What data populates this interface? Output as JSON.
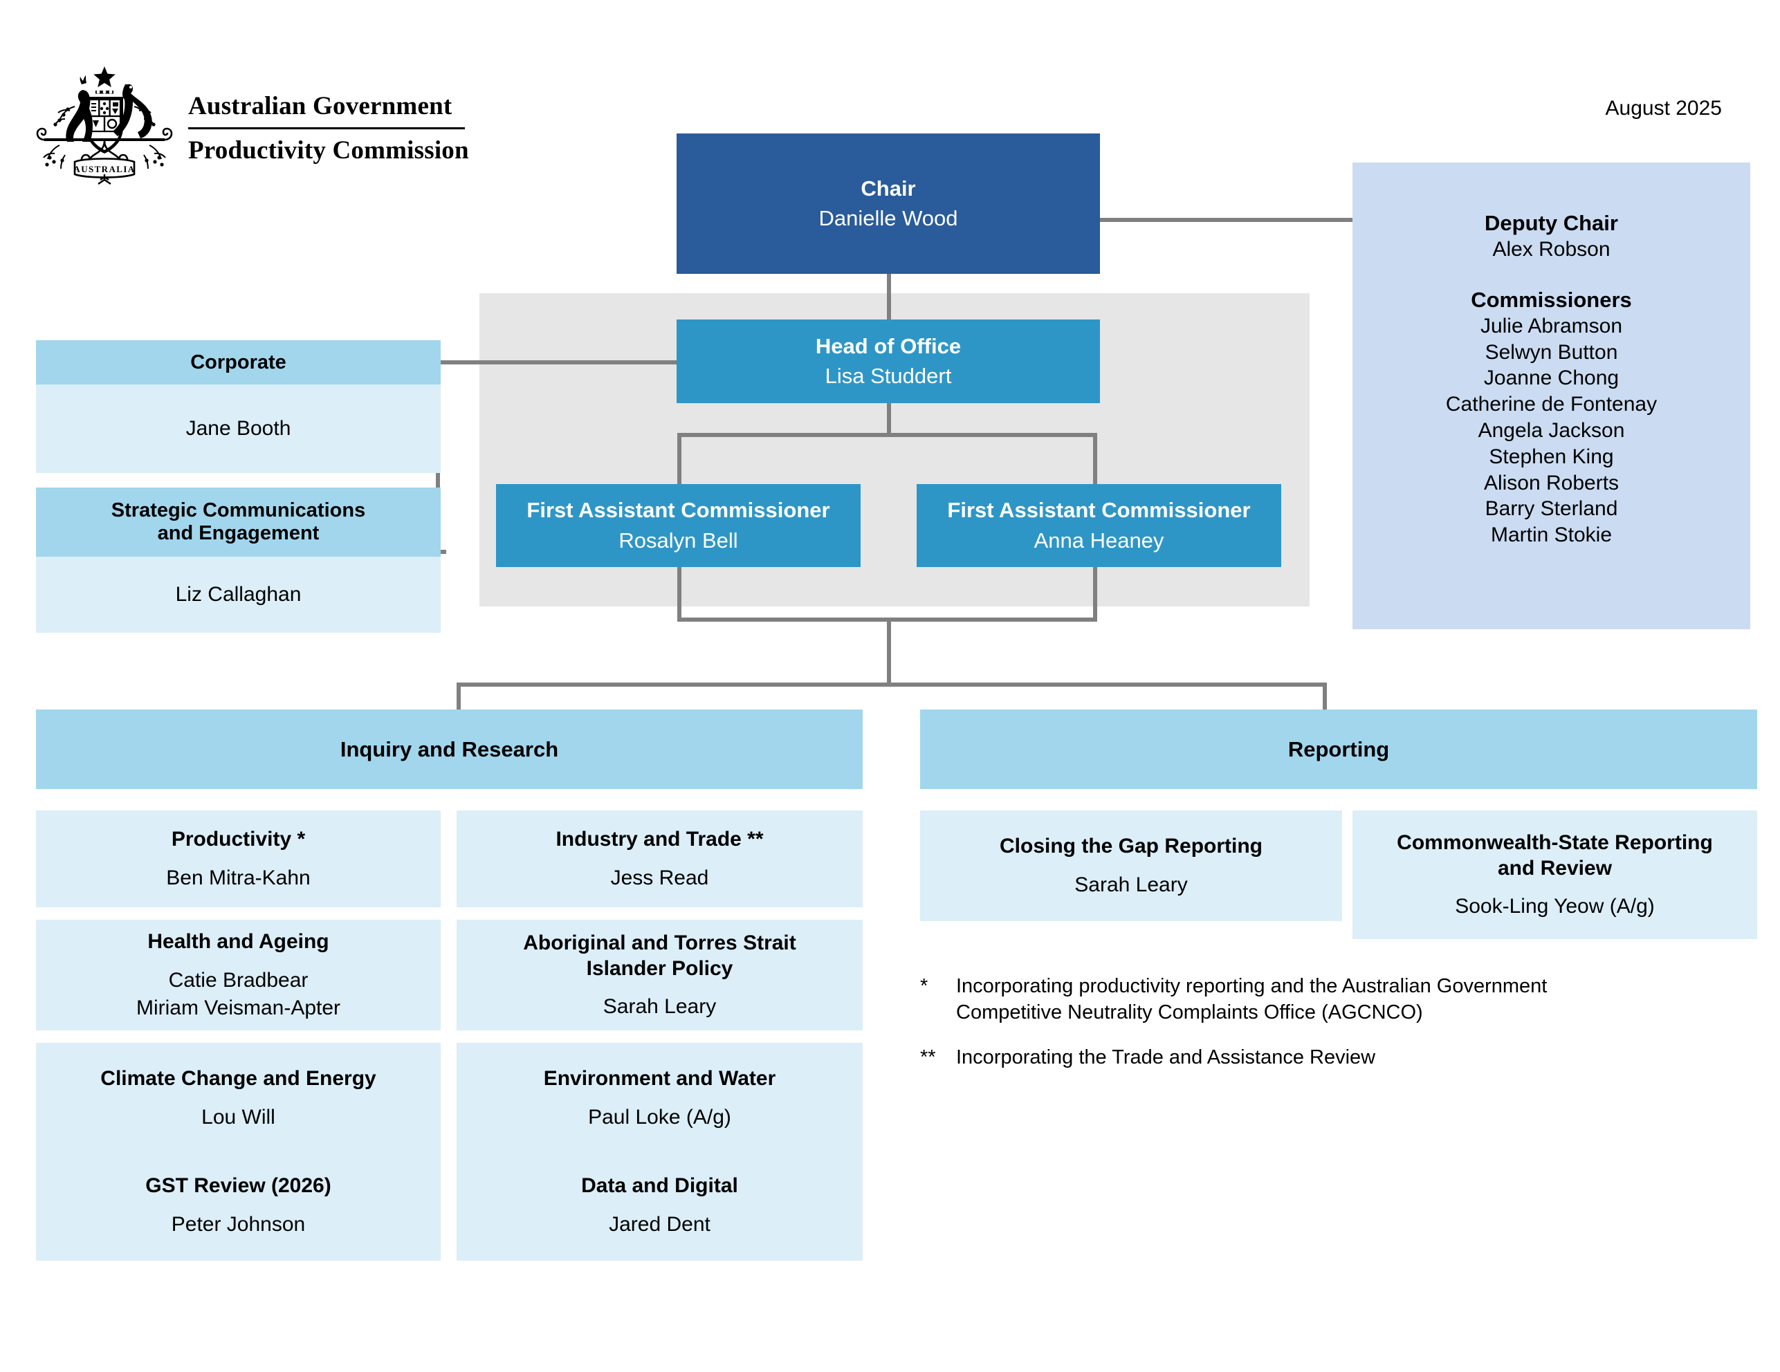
{
  "header": {
    "crest_icon": "australian-coat-of-arms",
    "wordmark_line1": "Australian Government",
    "wordmark_line2": "Productivity Commission",
    "date": "August 2025"
  },
  "chair": {
    "title": "Chair",
    "name": "Danielle Wood"
  },
  "head_of_office": {
    "title": "Head of Office",
    "name": "Lisa Studdert"
  },
  "first_assistant_commissioners": [
    {
      "title": "First Assistant Commissioner",
      "name": "Rosalyn Bell"
    },
    {
      "title": "First Assistant Commissioner",
      "name": "Anna Heaney"
    }
  ],
  "left_units": [
    {
      "title": "Corporate",
      "name": "Jane Booth"
    },
    {
      "title": "Strategic Communications and Engagement",
      "title_line1": "Strategic Communications",
      "title_line2": "and Engagement",
      "name": "Liz Callaghan"
    }
  ],
  "commissioners_panel": {
    "deputy_chair_heading": "Deputy Chair",
    "deputy_chair_name": "Alex Robson",
    "commissioners_heading": "Commissioners",
    "commissioners": [
      "Julie Abramson",
      "Selwyn Button",
      "Joanne Chong",
      "Catherine de Fontenay",
      "Angela Jackson",
      "Stephen King",
      "Alison Roberts",
      "Barry Sterland",
      "Martin Stokie"
    ]
  },
  "inquiry_and_research": {
    "heading": "Inquiry and Research",
    "branches_left": [
      {
        "title": "Productivity *",
        "names": [
          "Ben Mitra-Kahn"
        ]
      },
      {
        "title": "Health and Ageing",
        "names": [
          "Catie Bradbear",
          "Miriam Veisman-Apter"
        ]
      },
      {
        "title": "Climate Change and Energy",
        "names": [
          "Lou Will"
        ]
      },
      {
        "title": "GST Review (2026)",
        "names": [
          "Peter Johnson"
        ]
      }
    ],
    "branches_right": [
      {
        "title": "Industry and Trade **",
        "names": [
          "Jess Read"
        ]
      },
      {
        "title": "Aboriginal and Torres Strait Islander Policy",
        "title_line1": "Aboriginal and Torres Strait",
        "title_line2": "Islander Policy",
        "names": [
          "Sarah Leary"
        ]
      },
      {
        "title": "Environment and Water",
        "names": [
          "Paul Loke (A/g)"
        ]
      },
      {
        "title": "Data and Digital",
        "names": [
          "Jared Dent"
        ]
      }
    ]
  },
  "reporting": {
    "heading": "Reporting",
    "branches": [
      {
        "title": "Closing the Gap Reporting",
        "names": [
          "Sarah Leary"
        ]
      },
      {
        "title": "Commonwealth-State Reporting and Review",
        "title_line1": "Commonwealth-State Reporting",
        "title_line2": "and Review",
        "names": [
          "Sook-Ling Yeow (A/g)"
        ]
      }
    ]
  },
  "footnotes": [
    {
      "mark": "*",
      "line1": "Incorporating productivity reporting and the Australian Government",
      "line2": "Competitive Neutrality Complaints Office (AGCNCO)"
    },
    {
      "mark": "**",
      "line1": "Incorporating the Trade and Assistance Review",
      "line2": ""
    }
  ],
  "colors": {
    "chair_blue": "#2A5B9A",
    "mid_blue": "#2E96C6",
    "header_blue": "#A2D6EC",
    "pale_blue": "#DCEEF7",
    "panel_lavender": "#CBDCF2",
    "grey_panel": "#E6E6E6",
    "connector_grey": "#808080"
  }
}
